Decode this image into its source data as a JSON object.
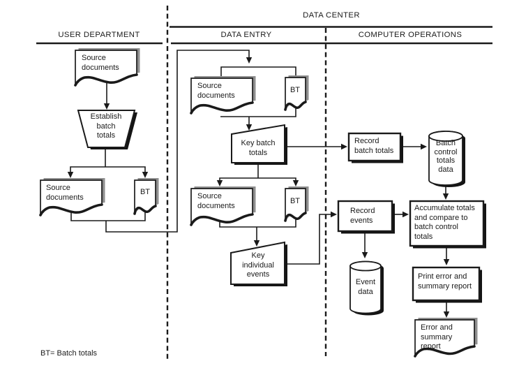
{
  "diagram": {
    "title": "DATA CENTER",
    "legend": "BT= Batch totals",
    "columns": {
      "user_department": "USER DEPARTMENT",
      "data_entry": "DATA ENTRY",
      "computer_operations": "COMPUTER OPERATIONS"
    },
    "nodes": {
      "ud_source_documents_1": "Source\ndocuments",
      "ud_establish_batch_totals": "Establish\nbatch\ntotals",
      "ud_source_documents_2": "Source\ndocuments",
      "ud_bt_document": "BT",
      "de_source_documents_1": "Source\ndocuments",
      "de_bt_document_1": "BT",
      "de_key_batch_totals": "Key batch\ntotals",
      "de_source_documents_2": "Source\ndocuments",
      "de_bt_document_2": "BT",
      "de_key_individual_events": "Key\nindividual\nevents",
      "co_record_batch_totals": "Record\nbatch totals",
      "co_batch_control_totals_data": "Batch\ncontrol\ntotals\ndata",
      "co_record_events": "Record\nevents",
      "co_accumulate_totals": "Accumulate totals\nand compare to\nbatch control\ntotals",
      "co_event_data": "Event\ndata",
      "co_print_error_summary": "Print error and\nsummary report",
      "co_error_summary_report": "Error and\nsummary\nreport"
    }
  },
  "colors": {
    "ink": "#1a1a1a",
    "background": "#ffffff",
    "solid_shape_shadow": "#141414",
    "document_shadow": "#8f8f8f"
  }
}
